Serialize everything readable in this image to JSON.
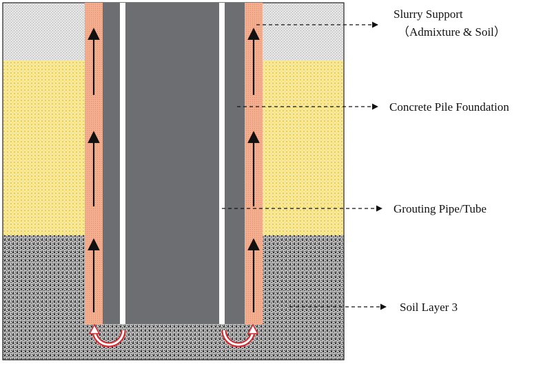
{
  "labels": {
    "slurry_line1": "Slurry Support",
    "slurry_line2": "（Admixture & Soil）",
    "concrete": "Concrete Pile Foundation",
    "grouting": "Grouting Pipe/Tube",
    "soil": "Soil Layer 3"
  },
  "colors": {
    "top_layer": "#dcdcdc",
    "middle_layer": "#f6e48c",
    "bottom_layer": "#9c9c9c",
    "pile_concrete": "#6d6e71",
    "slurry": "#f2a98b",
    "grout_tube": "#ffffff",
    "arrow": "#111111",
    "return_arrow": "#d7282f"
  }
}
